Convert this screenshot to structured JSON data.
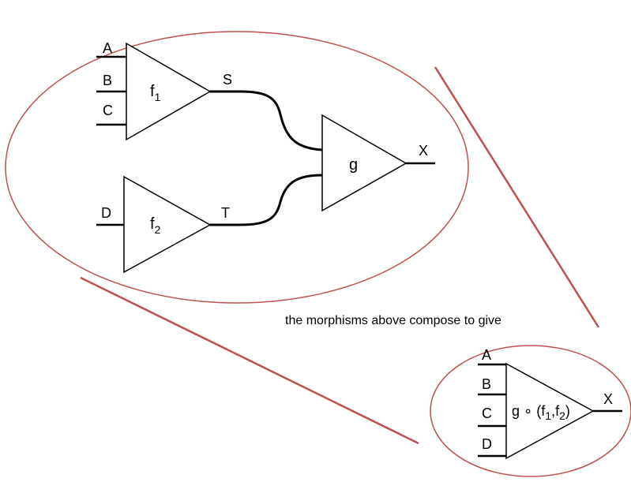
{
  "colors": {
    "ellipse_stroke": "#c0504d",
    "connector_line": "#c0504d",
    "wire": "#000000"
  },
  "top": {
    "f1": {
      "name": "f",
      "subscript": "1",
      "inputs": [
        "A",
        "B",
        "C"
      ],
      "output": "S"
    },
    "f2": {
      "name": "f",
      "subscript": "2",
      "inputs": [
        "D"
      ],
      "output": "T"
    },
    "g": {
      "name": "g",
      "output": "X"
    }
  },
  "caption": "the morphisms above compose to give",
  "bottom": {
    "inputs": [
      "A",
      "B",
      "C",
      "D"
    ],
    "label_prefix": "g ∘ (f",
    "sub1": "1",
    "label_mid": ",f",
    "sub2": "2",
    "label_suffix": ")",
    "output": "X"
  }
}
